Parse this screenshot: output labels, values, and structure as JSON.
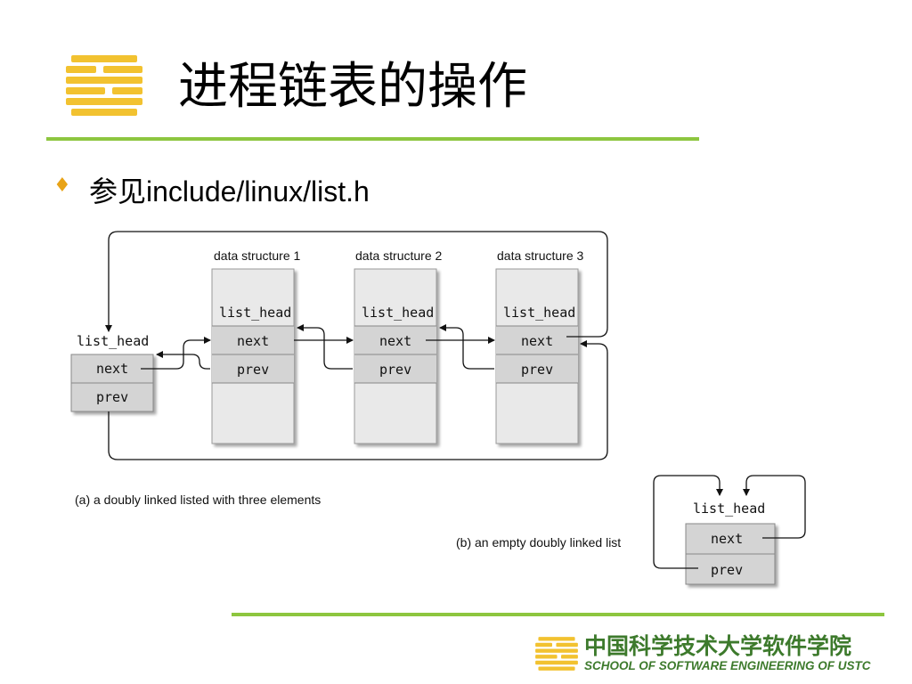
{
  "slide": {
    "title": "进程链表的操作",
    "bullet_glyph": "♦",
    "bullet_text": "参见include/linux/list.h"
  },
  "diagram": {
    "structures": [
      {
        "label": "data structure 1"
      },
      {
        "label": "data structure 2"
      },
      {
        "label": "data structure 3"
      }
    ],
    "field_list_head": "list_head",
    "field_next": "next",
    "field_prev": "prev",
    "caption_a": "(a)  a doubly linked listed with three elements",
    "caption_b": "(b)  an empty doubly linked list"
  },
  "footer": {
    "school_cn": "中国科学技术大学软件学院",
    "school_en": "SCHOOL OF SOFTWARE ENGINEERING OF USTC"
  },
  "colors": {
    "accent_green": "#8dc63f",
    "logo_gold": "#f2c230",
    "footer_text": "#3d7a2c",
    "box_fill": "#e9e9e9",
    "field_fill": "#d4d4d4"
  }
}
